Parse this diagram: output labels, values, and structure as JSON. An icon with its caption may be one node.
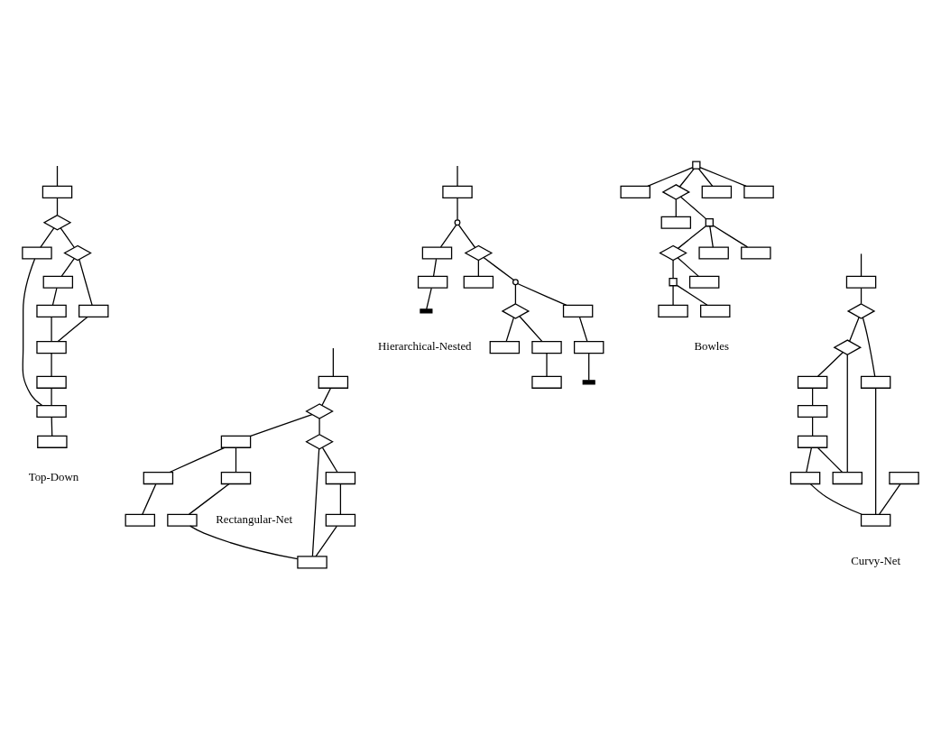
{
  "diagram": {
    "nodes": [
      {
        "text": [],
        "shape": "box"
      },
      {
        "text": [],
        "shape": "diamond"
      },
      {
        "text": [],
        "shape": "box"
      },
      {
        "text": [],
        "shape": "diamond"
      },
      {
        "text": [],
        "shape": "box"
      },
      {
        "text": [],
        "shape": "box"
      },
      {
        "text": [],
        "shape": "box"
      },
      {
        "text": [],
        "shape": "box"
      },
      {
        "text": [],
        "shape": "box"
      },
      {
        "text": [],
        "shape": "box"
      },
      {
        "text": [],
        "shape": "box"
      },
      {
        "text": [],
        "shape": "box"
      },
      {
        "text": [],
        "shape": "circle"
      },
      {
        "text": [],
        "shape": "diamond"
      },
      {
        "text": [],
        "shape": "circle"
      },
      {
        "text": [],
        "shape": "diamond"
      },
      {
        "text": [],
        "shape": "box"
      },
      {
        "text": [],
        "shape": "box"
      },
      {
        "text": [],
        "shape": "box"
      },
      {
        "text": [],
        "shape": "box"
      },
      {
        "text": [],
        "shape": "box"
      },
      {
        "text": [],
        "shape": "box"
      },
      {
        "text": [],
        "shape": "box"
      },
      {
        "text": [],
        "shape": "box"
      },
      {
        "text": [],
        "shape": "bar"
      },
      {
        "text": [],
        "shape": "bar"
      },
      {
        "text": [],
        "shape": "square"
      },
      {
        "text": [],
        "shape": "box"
      },
      {
        "text": [],
        "shape": "diamond"
      },
      {
        "text": [],
        "shape": "box"
      },
      {
        "text": [],
        "shape": "box"
      },
      {
        "text": [],
        "shape": "box"
      },
      {
        "text": [],
        "shape": "square"
      },
      {
        "text": [],
        "shape": "diamond"
      },
      {
        "text": [],
        "shape": "box"
      },
      {
        "text": [],
        "shape": "box"
      },
      {
        "text": [],
        "shape": "square"
      },
      {
        "text": [],
        "shape": "box"
      },
      {
        "text": [],
        "shape": "box"
      },
      {
        "text": [],
        "shape": "box"
      },
      {
        "text": [],
        "shape": "box"
      },
      {
        "text": [],
        "shape": "box"
      },
      {
        "text": [],
        "shape": "diamond"
      },
      {
        "text": [],
        "shape": "diamond"
      },
      {
        "text": [],
        "shape": "box"
      },
      {
        "text": [],
        "shape": "box"
      },
      {
        "text": [],
        "shape": "box"
      },
      {
        "text": [],
        "shape": "box"
      },
      {
        "text": [],
        "shape": "box"
      },
      {
        "text": [],
        "shape": "box"
      },
      {
        "text": [],
        "shape": "box"
      },
      {
        "text": [],
        "shape": "box"
      },
      {
        "text": [],
        "shape": "box"
      },
      {
        "text": [],
        "shape": "box"
      },
      {
        "text": [],
        "shape": "diamond"
      },
      {
        "text": [],
        "shape": "box"
      },
      {
        "text": [],
        "shape": "box"
      },
      {
        "text": [],
        "shape": "diamond"
      },
      {
        "text": [],
        "shape": "box"
      },
      {
        "text": [],
        "shape": "box"
      },
      {
        "text": [],
        "shape": "box"
      },
      {
        "text": [],
        "shape": "box"
      }
    ],
    "edges": [
      {
        "from": null,
        "to": 0,
        "arrow": "none"
      },
      {
        "from": 0,
        "to": 1,
        "arrow": "none"
      },
      {
        "from": 1,
        "to": 2,
        "arrow": "none"
      },
      {
        "from": 1,
        "to": 3,
        "arrow": "none"
      },
      {
        "from": 3,
        "to": 4,
        "arrow": "none"
      },
      {
        "from": 3,
        "to": 5,
        "arrow": "none"
      },
      {
        "from": 4,
        "to": 6,
        "arrow": "none"
      },
      {
        "from": 6,
        "to": 7,
        "arrow": "none"
      },
      {
        "from": 5,
        "to": 7,
        "arrow": "none"
      },
      {
        "from": 7,
        "to": 8,
        "arrow": "none"
      },
      {
        "from": 8,
        "to": 9,
        "arrow": "none"
      },
      {
        "from": 2,
        "to": 9,
        "arrow": "none"
      },
      {
        "from": 9,
        "to": 10,
        "arrow": "none"
      },
      {
        "from": null,
        "to": 11,
        "arrow": "none"
      },
      {
        "from": 11,
        "to": 12,
        "arrow": "none"
      },
      {
        "from": 12,
        "to": 13,
        "arrow": "none"
      },
      {
        "from": 13,
        "to": 14,
        "arrow": "none"
      },
      {
        "from": 14,
        "to": 15,
        "arrow": "none"
      },
      {
        "from": 15,
        "to": 16,
        "arrow": "none"
      },
      {
        "from": 13,
        "to": 17,
        "arrow": "none"
      },
      {
        "from": 15,
        "to": 18,
        "arrow": "none"
      },
      {
        "from": 18,
        "to": 21,
        "arrow": "none"
      },
      {
        "from": 12,
        "to": 19,
        "arrow": "none"
      },
      {
        "from": 19,
        "to": 22,
        "arrow": "none"
      },
      {
        "from": 22,
        "to": 24,
        "arrow": "none"
      },
      {
        "from": 14,
        "to": 20,
        "arrow": "none"
      },
      {
        "from": 20,
        "to": 23,
        "arrow": "none"
      },
      {
        "from": 23,
        "to": 25,
        "arrow": "none"
      },
      {
        "from": 26,
        "to": 27,
        "arrow": "none"
      },
      {
        "from": 26,
        "to": 28,
        "arrow": "none"
      },
      {
        "from": 26,
        "to": 29,
        "arrow": "none"
      },
      {
        "from": 26,
        "to": 30,
        "arrow": "none"
      },
      {
        "from": 28,
        "to": 31,
        "arrow": "none"
      },
      {
        "from": 28,
        "to": 32,
        "arrow": "none"
      },
      {
        "from": 32,
        "to": 33,
        "arrow": "none"
      },
      {
        "from": 32,
        "to": 34,
        "arrow": "none"
      },
      {
        "from": 32,
        "to": 35,
        "arrow": "none"
      },
      {
        "from": 33,
        "to": 36,
        "arrow": "none"
      },
      {
        "from": 33,
        "to": 37,
        "arrow": "none"
      },
      {
        "from": 36,
        "to": 38,
        "arrow": "none"
      },
      {
        "from": 36,
        "to": 39,
        "arrow": "none"
      },
      {
        "from": null,
        "to": 40,
        "arrow": "none"
      },
      {
        "from": 40,
        "to": 42,
        "arrow": "none"
      },
      {
        "from": 42,
        "to": 41,
        "arrow": "none"
      },
      {
        "from": 42,
        "to": 43,
        "arrow": "none"
      },
      {
        "from": 43,
        "to": 44,
        "arrow": "none"
      },
      {
        "from": 43,
        "to": 45,
        "arrow": "none"
      },
      {
        "from": 45,
        "to": 48,
        "arrow": "none"
      },
      {
        "from": 41,
        "to": 46,
        "arrow": "none"
      },
      {
        "from": 46,
        "to": 47,
        "arrow": "none"
      },
      {
        "from": 41,
        "to": 49,
        "arrow": "none"
      },
      {
        "from": 49,
        "to": 50,
        "arrow": "none"
      },
      {
        "from": 48,
        "to": 44,
        "arrow": "none"
      },
      {
        "from": 50,
        "to": 44,
        "arrow": "none"
      },
      {
        "from": null,
        "to": 55,
        "arrow": "none"
      },
      {
        "from": 55,
        "to": 57,
        "arrow": "none"
      },
      {
        "from": 57,
        "to": 54,
        "arrow": "none"
      },
      {
        "from": 57,
        "to": 60,
        "arrow": "none"
      },
      {
        "from": 54,
        "to": 51,
        "arrow": "none"
      },
      {
        "from": 54,
        "to": 56,
        "arrow": "none"
      },
      {
        "from": 51,
        "to": 52,
        "arrow": "none"
      },
      {
        "from": 52,
        "to": 53,
        "arrow": "none"
      },
      {
        "from": 53,
        "to": 56,
        "arrow": "none"
      },
      {
        "from": 53,
        "to": 58,
        "arrow": "none"
      },
      {
        "from": 58,
        "to": 61,
        "arrow": "none"
      },
      {
        "from": 59,
        "to": 61,
        "arrow": "none"
      },
      {
        "from": 60,
        "to": 61,
        "arrow": "none"
      }
    ],
    "labels": [
      "Top-Down",
      "Hierarchical-Nested",
      "Bowles",
      "Rectangular-Net",
      "Curvy-Net"
    ]
  }
}
